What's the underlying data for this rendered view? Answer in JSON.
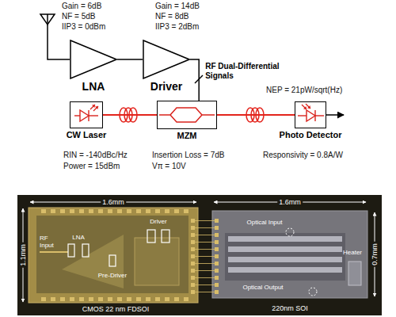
{
  "diagram": {
    "nodes": [
      {
        "text": [
          "LNA"
        ]
      },
      {
        "text": [
          "Driver"
        ]
      },
      {
        "text": [
          "CW Laser"
        ]
      },
      {
        "text": [
          "MZM"
        ]
      },
      {
        "text": [
          "Photo Detector"
        ]
      }
    ],
    "edges": [
      {
        "from": 0,
        "to": 1,
        "arrow": "none"
      },
      {
        "from": 1,
        "to": 3,
        "arrow": "none",
        "label": "RF Dual-Differential Signals"
      },
      {
        "from": 2,
        "to": 3,
        "arrow": "none"
      },
      {
        "from": 3,
        "to": 4,
        "arrow": "none"
      }
    ],
    "labels": [
      "Gain = 6dB",
      "NF = 5dB",
      "IIP3 = 0dBm",
      "Gain = 14dB",
      "NF = 8dB",
      "IIP3 = 2dBm",
      "NEP = 21pW/sqrt(Hz)",
      "RIN = -140dBc/Hz",
      "Power = 15dBm",
      "Insertion Loss = 7dB",
      "Vπ = 10V",
      "Responsivity = 0.8A/W",
      "1.6mm",
      "1.6mm",
      "1.1mm",
      "0.7mm",
      "RF Input",
      "LNA",
      "Pre-Driver",
      "Driver",
      "Optical Input",
      "Heater",
      "Optical Output",
      "CMOS 22 nm FDSOI",
      "220nm SOI"
    ]
  }
}
